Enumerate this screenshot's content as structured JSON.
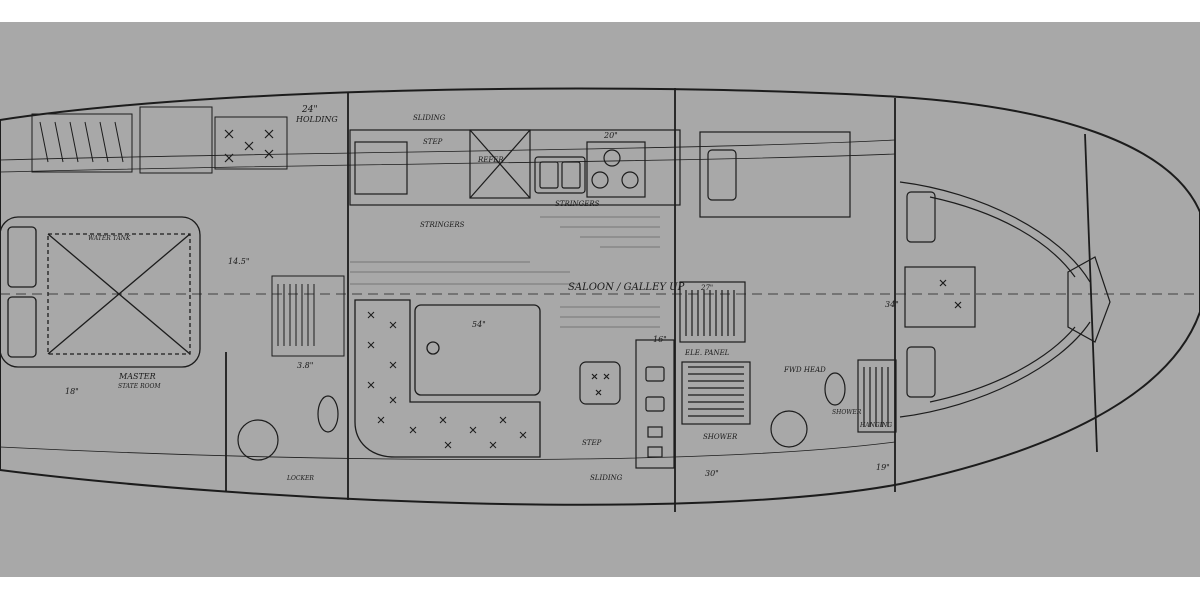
{
  "plan": {
    "labels": {
      "holding_24": "24\"",
      "holding": "HOLDING",
      "sliding_top": "SLIDING",
      "step_top": "STEP",
      "reefer": "REFER",
      "dim_20": "20\"",
      "stringers_left": "STRINGERS",
      "stringers_mid": "STRINGERS",
      "water_tank": "WATER TANK",
      "saloon": "SALOON / GALLEY UP",
      "dim_54": "54\"",
      "dim_16": "16\"",
      "elec_panel": "ELE. PANEL",
      "dim_27": "27\"",
      "fwd_head": "FWD HEAD",
      "shower_aft": "SHOWER",
      "shower_fwd": "SHOWER",
      "step_low": "STEP",
      "sliding_low": "SLIDING",
      "locker": "LOCKER",
      "hanging": "HANGING",
      "dim_19": "19\"",
      "dim_30": "30\"",
      "dim_34": "34\"",
      "dim_38": "3.8\"",
      "master": "MASTER",
      "master_sub": "STATE ROOM",
      "dim_145": "14.5\"",
      "dim_18": "18\""
    }
  }
}
